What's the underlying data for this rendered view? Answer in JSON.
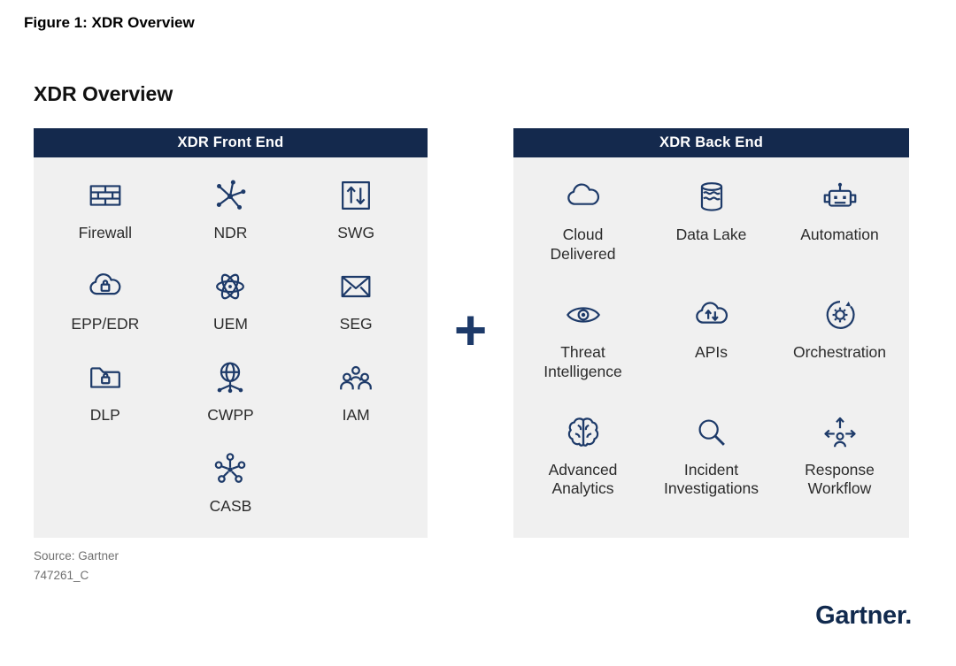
{
  "figure_title": "Figure 1: XDR Overview",
  "diagram_title": "XDR Overview",
  "plus_sign": "+",
  "front_end": {
    "header": "XDR Front End",
    "items": [
      {
        "label": "Firewall",
        "icon": "firewall-icon"
      },
      {
        "label": "NDR",
        "icon": "ndr-network-icon"
      },
      {
        "label": "SWG",
        "icon": "swg-arrows-icon"
      },
      {
        "label": "EPP/EDR",
        "icon": "epp-edr-cloud-lock-icon"
      },
      {
        "label": "UEM",
        "icon": "uem-atom-icon"
      },
      {
        "label": "SEG",
        "icon": "seg-envelope-icon"
      },
      {
        "label": "DLP",
        "icon": "dlp-folder-lock-icon"
      },
      {
        "label": "CWPP",
        "icon": "cwpp-globe-icon"
      },
      {
        "label": "IAM",
        "icon": "iam-users-icon"
      },
      {
        "label": "CASB",
        "icon": "casb-molecule-icon"
      }
    ]
  },
  "back_end": {
    "header": "XDR Back End",
    "items": [
      {
        "label": "Cloud Delivered",
        "icon": "cloud-icon"
      },
      {
        "label": "Data Lake",
        "icon": "data-lake-database-icon"
      },
      {
        "label": "Automation",
        "icon": "automation-robot-icon"
      },
      {
        "label": "Threat Intelligence",
        "icon": "threat-intelligence-eye-icon"
      },
      {
        "label": "APIs",
        "icon": "apis-cloud-arrows-icon"
      },
      {
        "label": "Orchestration",
        "icon": "orchestration-gear-icon"
      },
      {
        "label": "Advanced Analytics",
        "icon": "advanced-analytics-brain-icon"
      },
      {
        "label": "Incident Investigations",
        "icon": "incident-investigations-magnifier-icon"
      },
      {
        "label": "Response Workflow",
        "icon": "response-workflow-arrows-icon"
      }
    ]
  },
  "footer": {
    "source_label": "Source: Gartner",
    "doc_id": "747261_C"
  },
  "brand": {
    "logo_text": "Gartner",
    "logo_dot": "."
  },
  "colors": {
    "header_navy": "#14294d",
    "icon_navy": "#1d3a69",
    "panel_bg": "#f0f0f0"
  }
}
